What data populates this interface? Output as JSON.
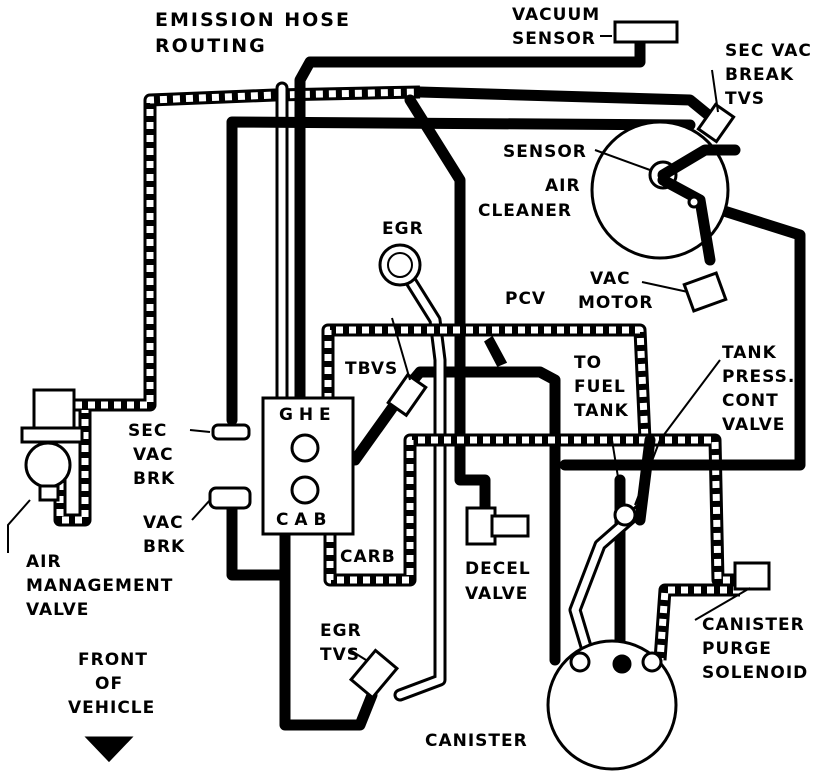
{
  "title": [
    "EMISSION HOSE",
    "ROUTING"
  ],
  "labels": {
    "vacuum_sensor": [
      "VACUUM",
      "SENSOR"
    ],
    "sec_vac_break_tvs": [
      "SEC VAC",
      "BREAK",
      "TVS"
    ],
    "sensor": "SENSOR",
    "air_cleaner": [
      "AIR",
      "CLEANER"
    ],
    "egr": "EGR",
    "vac_motor": [
      "VAC",
      "MOTOR"
    ],
    "pcv": "PCV",
    "tbvs": "TBVS",
    "to_fuel_tank": [
      "TO",
      "FUEL",
      "TANK"
    ],
    "tank_press_cont_valve": [
      "TANK",
      "PRESS.",
      "CONT",
      "VALVE"
    ],
    "sec_vac_brk": [
      "SEC",
      "VAC",
      "BRK"
    ],
    "vac_brk": [
      "VAC",
      "BRK"
    ],
    "carb": "CARB",
    "decel_valve": [
      "DECEL",
      "VALVE"
    ],
    "air_management_valve": [
      "AIR",
      "MANAGEMENT",
      "VALVE"
    ],
    "egr_tvs": [
      "EGR",
      "TVS"
    ],
    "canister_purge_solenoid": [
      "CANISTER",
      "PURGE",
      "SOLENOID"
    ],
    "front_of_vehicle": [
      "FRONT",
      "OF",
      "VEHICLE"
    ],
    "canister": "CANISTER",
    "carb_ports_top": "G H E",
    "carb_ports_bottom": "C A B"
  }
}
